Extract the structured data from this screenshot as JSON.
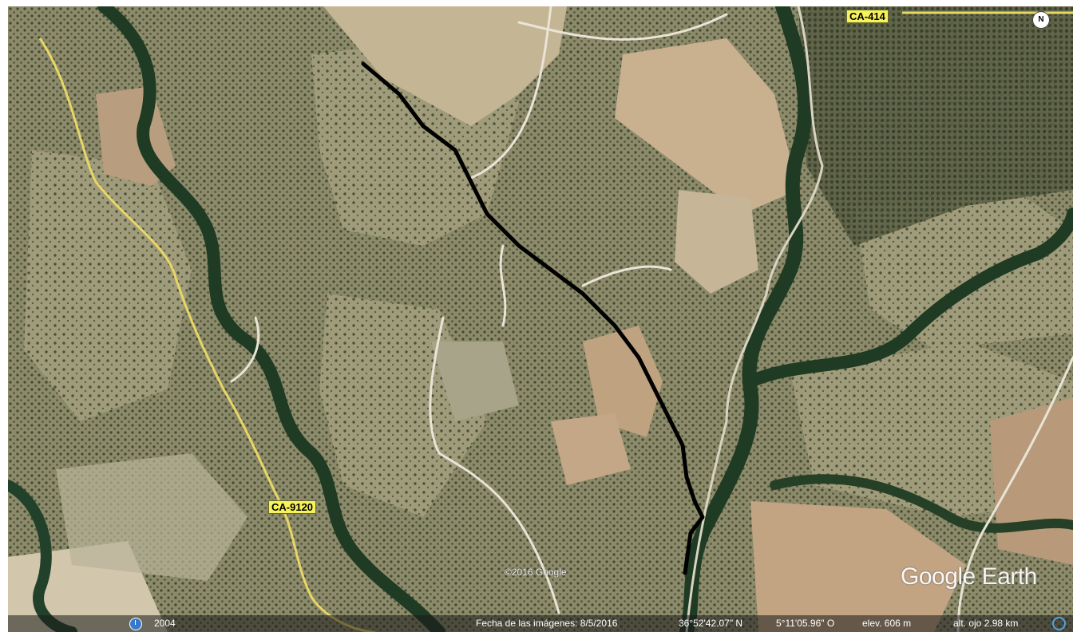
{
  "map": {
    "road_labels": {
      "ca414": "CA-414",
      "ca9120": "CA-9120"
    },
    "compass": "N",
    "copyright": "©2016 Google",
    "watermark": "Google Earth",
    "status": {
      "year": "2004",
      "imagery_date": "Fecha de las imágenes: 8/5/2016",
      "latitude": "36°52'42.07\" N",
      "longitude": "5°11'05.96\" O",
      "elevation": "elev.  606 m",
      "eye_altitude": "alt. ojo  2.98 km"
    },
    "colors": {
      "terrain": "#8a8466",
      "field_light": "#c4b594",
      "field_tan": "#b39a7c",
      "vegetation": "#1f3b23",
      "trail": "#000000",
      "road_label_bg": "#f6f25a"
    }
  }
}
